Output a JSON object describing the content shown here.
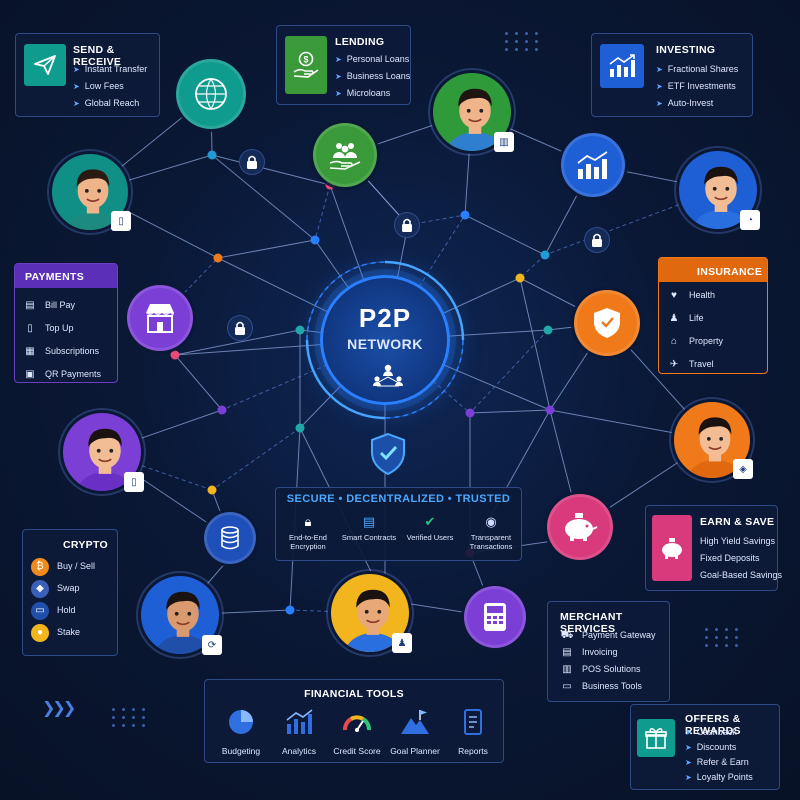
{
  "hub": {
    "title": "P2P",
    "subtitle": "NETWORK"
  },
  "panels": {
    "send_receive": {
      "title": "SEND & RECEIVE",
      "items": [
        "Instant Transfer",
        "Low Fees",
        "Global Reach"
      ]
    },
    "lending": {
      "title": "LENDING",
      "items": [
        "Personal Loans",
        "Business Loans",
        "Microloans"
      ]
    },
    "investing": {
      "title": "INVESTING",
      "items": [
        "Fractional Shares",
        "ETF Investments",
        "Auto-Invest"
      ]
    },
    "payments": {
      "title": "PAYMENTS",
      "items": [
        "Bill Pay",
        "Top Up",
        "Subscriptions",
        "QR Payments"
      ]
    },
    "insurance": {
      "title": "INSURANCE",
      "items": [
        "Health",
        "Life",
        "Property",
        "Travel"
      ]
    },
    "crypto": {
      "title": "CRYPTO",
      "items": [
        "Buy / Sell",
        "Swap",
        "Hold",
        "Stake"
      ]
    },
    "earn_save": {
      "title": "EARN & SAVE",
      "items": [
        "High Yield Savings",
        "Fixed Deposits",
        "Goal-Based Savings"
      ]
    },
    "merchant": {
      "title": "MERCHANT SERVICES",
      "items": [
        "Payment Gateway",
        "Invoicing",
        "POS Solutions",
        "Business Tools"
      ]
    },
    "offers": {
      "title": "OFFERS & REWARDS",
      "items": [
        "Cashback",
        "Discounts",
        "Refer & Earn",
        "Loyalty Points"
      ]
    }
  },
  "trust": {
    "title": "SECURE • DECENTRALIZED • TRUSTED",
    "items": [
      {
        "label": "End-to-End Encryption",
        "icon": "lock-icon"
      },
      {
        "label": "Smart Contracts",
        "icon": "document-icon"
      },
      {
        "label": "Verified Users",
        "icon": "shield-check-icon"
      },
      {
        "label": "Transparent Transactions",
        "icon": "eye-icon"
      }
    ]
  },
  "tools": {
    "title": "FINANCIAL TOOLS",
    "items": [
      {
        "label": "Budgeting",
        "icon": "pie-chart-icon"
      },
      {
        "label": "Analytics",
        "icon": "bar-chart-icon"
      },
      {
        "label": "Credit Score",
        "icon": "gauge-icon"
      },
      {
        "label": "Goal Planner",
        "icon": "mountain-flag-icon"
      },
      {
        "label": "Reports",
        "icon": "report-icon"
      }
    ]
  },
  "colors": {
    "background": "#0a1836",
    "accent": "#2a7fff",
    "teal": "#0f9b8e",
    "green": "#3a9a3a",
    "purple": "#7b3fd6",
    "orange": "#f07a1a",
    "pink": "#d83a7c",
    "blue": "#1f5fd6",
    "yellow": "#f2b51e"
  }
}
